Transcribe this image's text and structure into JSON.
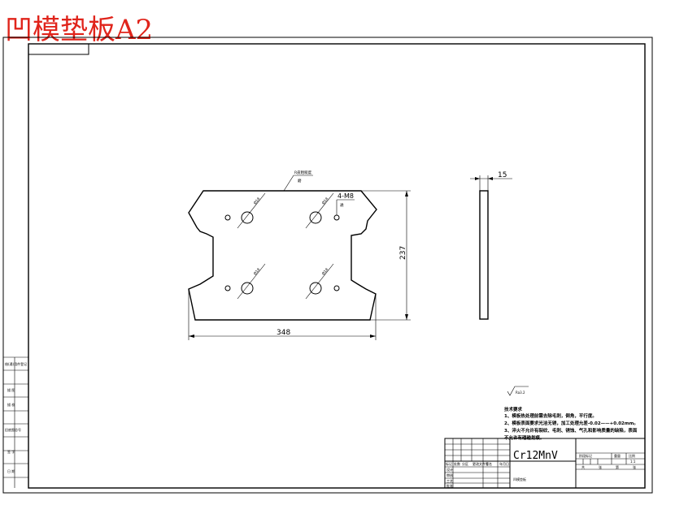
{
  "drawing_title": "凹模垫板A2",
  "front_view": {
    "surface_note_line1": "R皮粗糙度",
    "surface_note_line2": "磨",
    "hole_labels": [
      "Ø18",
      "Ø18",
      "Ø18",
      "Ø18"
    ],
    "thread_label": "4-M8",
    "thread_sub": "通",
    "height_dim": "237",
    "width_dim": "348"
  },
  "side_view": {
    "thickness_dim": "15"
  },
  "roughness_note": "Ra3.2",
  "tech_requirements": {
    "heading": "技术要求",
    "lines": [
      "1、模板热处理前需去除毛刺，倒角，平行度。",
      "2、模板表面要求光洁无锈，加工处理允差-0.02——+0.02mm。",
      "3、淬火不允许有裂纹、毛刺、锈蚀、气孔和影响质量的缺陷，表面",
      "不允许有磕碰划痕。"
    ]
  },
  "left_margin_labels": [
    "借(通)用件登记",
    "描  图",
    "描  校",
    "旧底图总号",
    "签  字",
    "日  期"
  ],
  "title_block": {
    "material": "Cr12MnV",
    "part_name": "凹模垫板",
    "header_row": [
      "标记",
      "处数",
      "分区",
      "更改文件号",
      "签名",
      "年月日"
    ],
    "role_rows": [
      "设计",
      "审核",
      "工艺",
      "批准"
    ],
    "right_header": [
      "阶段标记",
      "重量",
      "比例"
    ],
    "scale": "1:1",
    "sheet_row": [
      "共",
      "张",
      "第",
      "张"
    ]
  }
}
